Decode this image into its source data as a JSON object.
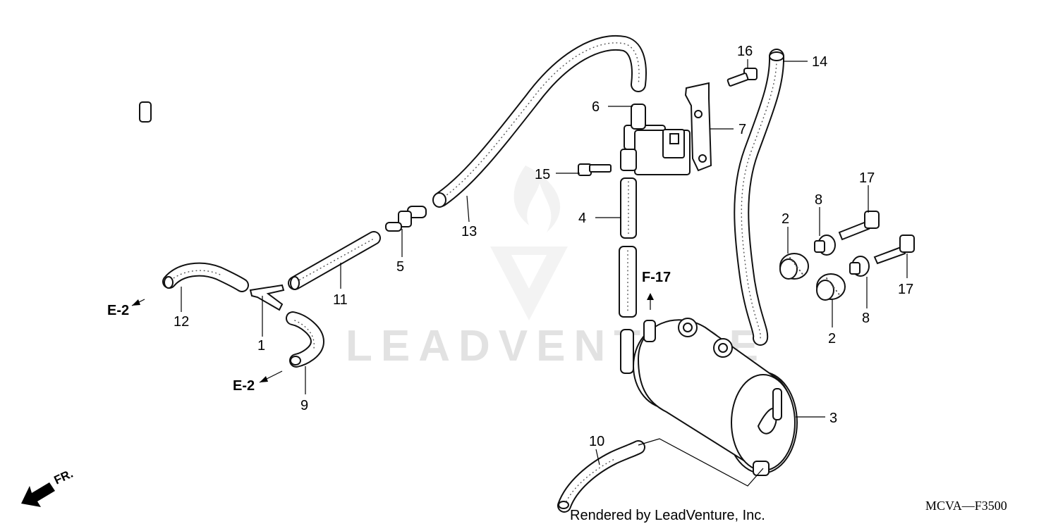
{
  "diagram": {
    "watermark": "LEADVENTURE",
    "credit": "Rendered by LeadVenture, Inc.",
    "diagram_code": "MCVA—F3500",
    "front_marker": "FR.",
    "callouts": {
      "c1": "1",
      "c2a": "2",
      "c2b": "2",
      "c3": "3",
      "c4": "4",
      "c5": "5",
      "c6": "6",
      "c7": "7",
      "c8a": "8",
      "c8b": "8",
      "c9": "9",
      "c10": "10",
      "c11": "11",
      "c12": "12",
      "c13": "13",
      "c14": "14",
      "c15": "15",
      "c16": "16",
      "c17a": "17",
      "c17b": "17"
    },
    "references": {
      "e2_top": "E-2",
      "e2_bottom": "E-2",
      "f17": "F-17"
    }
  }
}
